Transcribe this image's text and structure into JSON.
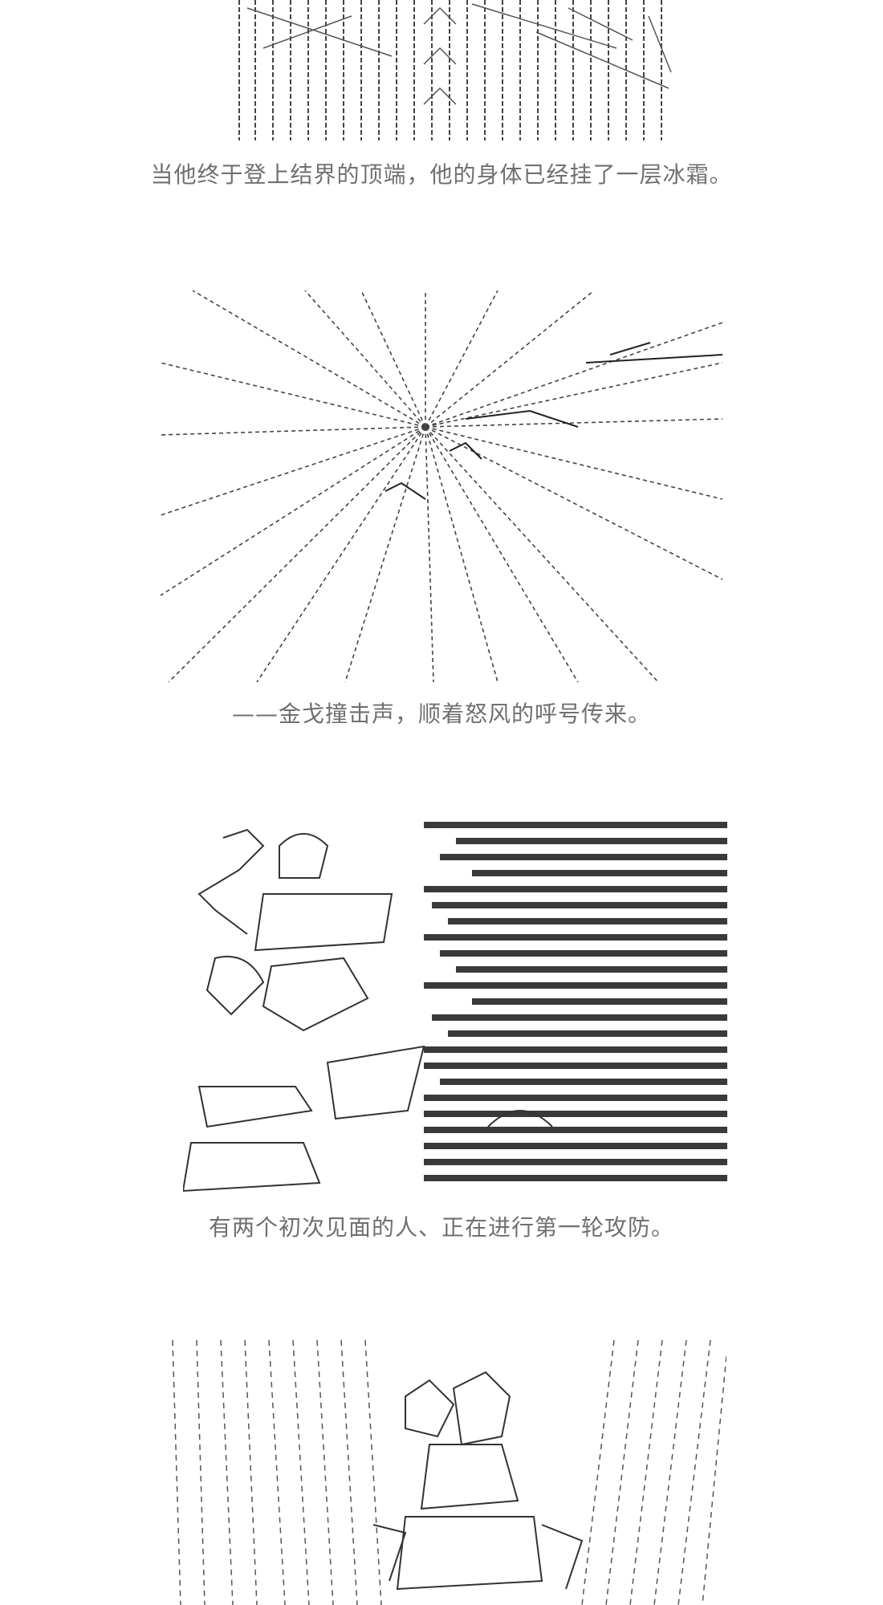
{
  "panels": [
    {
      "caption": "当他终于登上结界的顶端，他的身体已经挂了一层冰霜。"
    },
    {
      "caption": "——金戈撞击声，顺着怒风的呼号传来。"
    },
    {
      "caption": "有两个初次见面的人、正在进行第一轮攻防。"
    },
    {
      "caption": ""
    }
  ],
  "colors": {
    "ink": "#333333",
    "caption": "#707070",
    "background": "#ffffff"
  }
}
